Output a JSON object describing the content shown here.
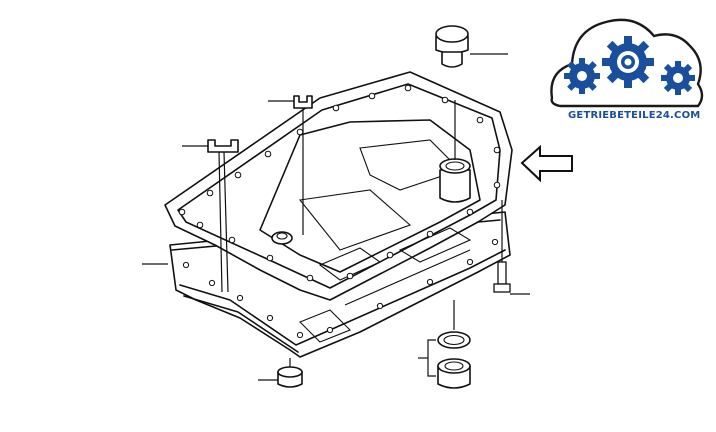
{
  "logo": {
    "text": "GETRIEBETEILE24.COM",
    "brand_color": "#1a4f9c",
    "icon": "gear-cloud-icon"
  },
  "callout_arrow": {
    "icon": "left-arrow-icon",
    "direction": "left"
  },
  "parts": [
    {
      "id": "filler-plug",
      "icon": "filler-plug-icon"
    },
    {
      "id": "oil-filter",
      "icon": "filter-icon"
    },
    {
      "id": "clip-a",
      "icon": "clip-icon"
    },
    {
      "id": "clip-b",
      "icon": "clip-icon"
    },
    {
      "id": "gasket",
      "icon": "gasket-icon"
    },
    {
      "id": "oil-pan",
      "icon": "oil-pan-icon"
    },
    {
      "id": "pan-bolt",
      "icon": "bolt-icon"
    },
    {
      "id": "drain-plug-left",
      "icon": "drain-plug-icon"
    },
    {
      "id": "sealing-ring",
      "icon": "o-ring-icon"
    },
    {
      "id": "drain-plug-right",
      "icon": "drain-plug-icon"
    }
  ]
}
